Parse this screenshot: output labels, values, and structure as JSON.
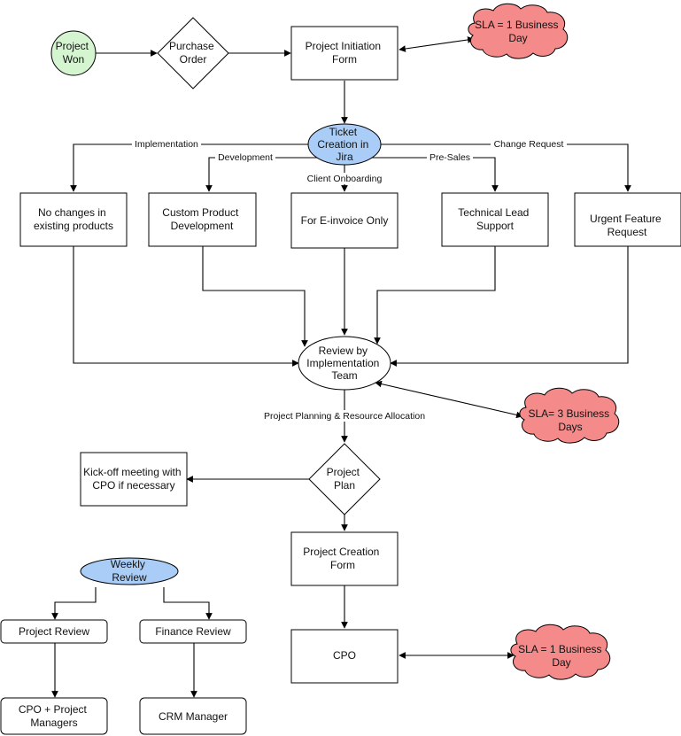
{
  "nodes": {
    "project_won": {
      "label": [
        "Project",
        "Won"
      ],
      "fill": "#d5f5d1"
    },
    "purchase_order": {
      "label": [
        "Purchase",
        "Order"
      ]
    },
    "project_initiation_form": {
      "label": [
        "Project Initiation",
        "Form"
      ]
    },
    "sla_initiation": {
      "label": [
        "SLA = 1 Business",
        "Day"
      ],
      "fill": "#f48a8a"
    },
    "ticket_creation_jira": {
      "label": [
        "Ticket",
        "Creation in",
        "Jira"
      ],
      "fill": "#a9cdf6"
    },
    "no_changes": {
      "label": [
        "No changes in",
        "existing products"
      ]
    },
    "custom_product_dev": {
      "label": [
        "Custom Product",
        "Development"
      ]
    },
    "e_invoice_only": {
      "label": [
        "For E-invoice Only"
      ]
    },
    "technical_lead_support": {
      "label": [
        "Technical Lead",
        "Support"
      ]
    },
    "urgent_feature_request": {
      "label": [
        "Urgent Feature",
        "Request"
      ]
    },
    "review_impl_team": {
      "label": [
        "Review by",
        "Implementation",
        "Team"
      ]
    },
    "sla_review": {
      "label": [
        "SLA= 3 Business",
        "Days"
      ],
      "fill": "#f48a8a"
    },
    "project_plan": {
      "label": [
        "Project",
        "Plan"
      ]
    },
    "kickoff_meeting": {
      "label": [
        "Kick-off meeting with",
        "CPO if necessary"
      ]
    },
    "project_creation_form": {
      "label": [
        "Project Creation",
        "Form"
      ]
    },
    "cpo": {
      "label": [
        "CPO"
      ]
    },
    "sla_cpo": {
      "label": [
        "SLA = 1 Business",
        "Day"
      ],
      "fill": "#f48a8a"
    },
    "weekly_review": {
      "label": [
        "Weekly",
        "Review"
      ],
      "fill": "#a9cdf6"
    },
    "project_review": {
      "label": [
        "Project Review"
      ]
    },
    "finance_review": {
      "label": [
        "Finance Review"
      ]
    },
    "cpo_project_managers": {
      "label": [
        "CPO + Project",
        "Managers"
      ]
    },
    "crm_manager": {
      "label": [
        "CRM Manager"
      ]
    }
  },
  "edge_labels": {
    "implementation": "Implementation",
    "change_request": "Change Request",
    "development": "Development",
    "pre_sales": "Pre-Sales",
    "client_onboarding": "Client Onboarding",
    "planning_allocation": "Project Planning & Resource Allocation"
  }
}
